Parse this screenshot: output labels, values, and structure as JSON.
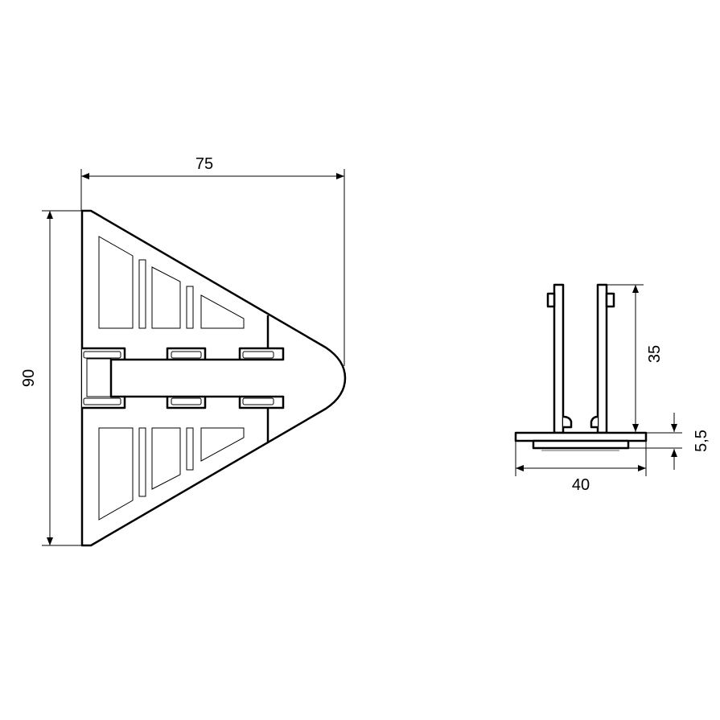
{
  "dimensions": {
    "width": "75",
    "height": "90",
    "post_height": "35",
    "base_thickness": "5,5",
    "base_width": "40"
  }
}
